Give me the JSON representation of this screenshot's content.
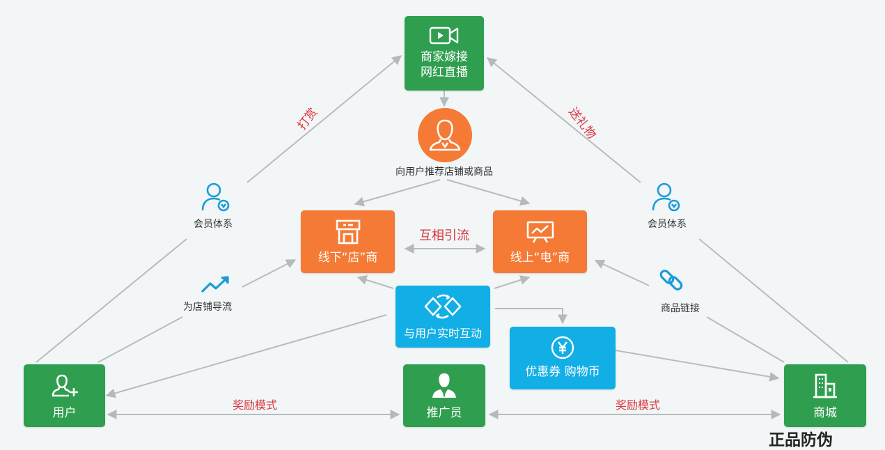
{
  "nodes": {
    "live": "商家嫁接\n网红直播",
    "offline_store": "线下“店”商",
    "online_store": "线上“电”商",
    "realtime": "与用户实时互动",
    "coupon": "优惠券 购物币",
    "user": "用户",
    "promoter": "推广员",
    "mall": "商城"
  },
  "labels": {
    "recommend": "向用户推荐店铺或商品",
    "mutual": "互相引流",
    "reward_left": "奖励模式",
    "reward_right": "奖励模式",
    "member_left": "会员体系",
    "member_right": "会员体系",
    "guide": "为店铺导流",
    "product_link": "商品链接",
    "tip": "打赏",
    "gift": "送礼物"
  },
  "watermark": "正品防伪",
  "icons": {
    "live": "video-camera-icon",
    "influencer": "person-avatar-icon",
    "offline_store": "storefront-icon",
    "online_store": "presentation-chart-icon",
    "realtime": "sync-diamond-icon",
    "coupon": "yen-coin-icon",
    "user": "user-add-icon",
    "promoter": "promoter-person-icon",
    "mall": "building-icon",
    "member": "member-user-icon",
    "guide": "trend-up-icon",
    "product_link": "chain-link-icon"
  },
  "colors": {
    "green": "#2f9e4f",
    "orange": "#f47a36",
    "blue": "#12aee6",
    "red_text": "#d9363e",
    "connector": "#b8bcbd"
  }
}
